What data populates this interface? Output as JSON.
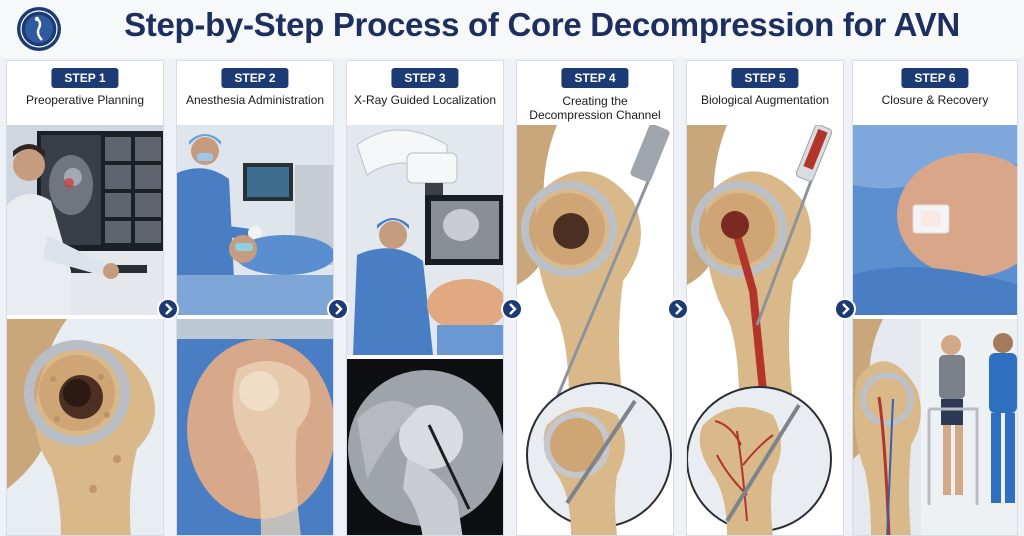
{
  "title": "Step-by-Step Process of Core Decompression for AVN",
  "steps": [
    {
      "badge": "STEP 1",
      "title": "Preoperative Planning"
    },
    {
      "badge": "STEP 2",
      "title": "Anesthesia Administration"
    },
    {
      "badge": "STEP 3",
      "title": "X-Ray Guided Localization"
    },
    {
      "badge": "STEP 4",
      "title_line1": "Creating the",
      "title_line2": "Decompression Channel"
    },
    {
      "badge": "STEP 5",
      "title": "Biological Augmentation"
    },
    {
      "badge": "STEP 6",
      "title": "Closure & Recovery"
    }
  ],
  "icons": {
    "logo": "clinic-seal-logo",
    "next": "chevron-right-icon"
  },
  "colors": {
    "navy": "#1c3a73",
    "title": "#1c2f5e",
    "bone": "#d9b98a",
    "gown": "#4a7ec4",
    "blood": "#b2352c"
  }
}
